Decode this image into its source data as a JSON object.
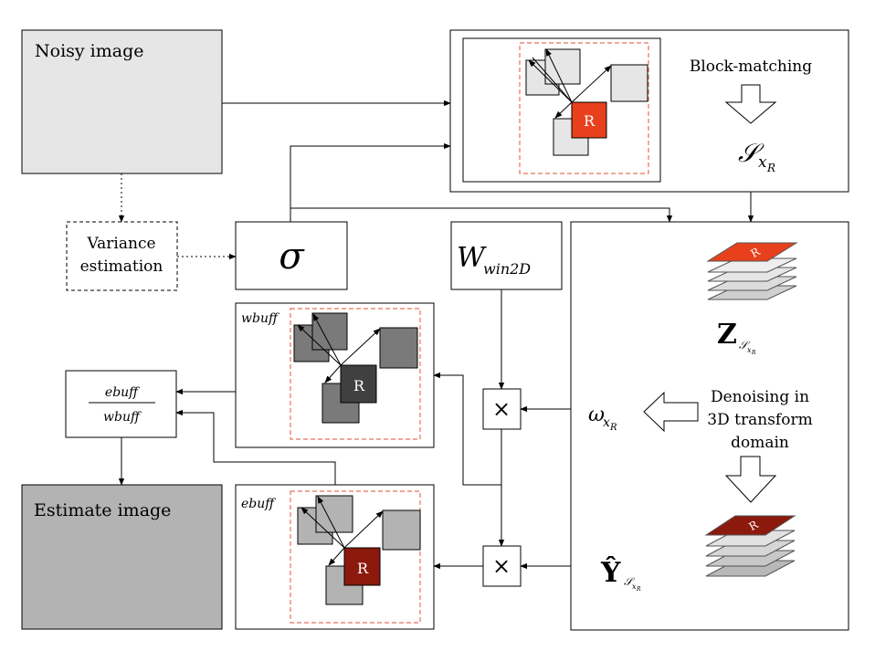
{
  "noisy_image": {
    "label": "Noisy image"
  },
  "estimate_image": {
    "label": "Estimate image"
  },
  "variance_estimation": {
    "line1": "Variance",
    "line2": "estimation"
  },
  "sigma": {
    "symbol": "σ"
  },
  "window": {
    "symbol": "W",
    "subscript": "win2D"
  },
  "block_matching": {
    "label": "Block-matching",
    "set_symbol": "𝒮",
    "set_subscript": "x",
    "set_subsub": "R",
    "reference_block": "R"
  },
  "group": {
    "symbol": "Z",
    "sub": "𝒮",
    "subsub": "x",
    "subsubsub": "R"
  },
  "denoising": {
    "line1": "Denoising in",
    "line2": "3D transform",
    "line3": "domain"
  },
  "weight": {
    "symbol": "ω",
    "sub": "x",
    "subsub": "R"
  },
  "estimate_group": {
    "symbol": "Ŷ",
    "sub": "𝒮",
    "subsub": "x",
    "subsubsub": "R"
  },
  "multiplier": {
    "symbol": "×"
  },
  "ratio": {
    "numerator": "ebuff",
    "denominator": "wbuff"
  },
  "wbuff_panel": {
    "label": "wbuff",
    "reference_block": "R"
  },
  "ebuff_panel": {
    "label": "ebuff",
    "reference_block": "R"
  },
  "colors": {
    "noisy_fill": "#e6e6e6",
    "estimate_fill": "#b3b3b3",
    "ref_block_bm": "#e8401c",
    "ref_block_wbuff": "#404040",
    "ref_block_ebuff": "#8b1a0c",
    "stack_top_red": "#e8401c",
    "stack_top_dark": "#8b1a0c",
    "dashed_frame": "#e8705a"
  }
}
